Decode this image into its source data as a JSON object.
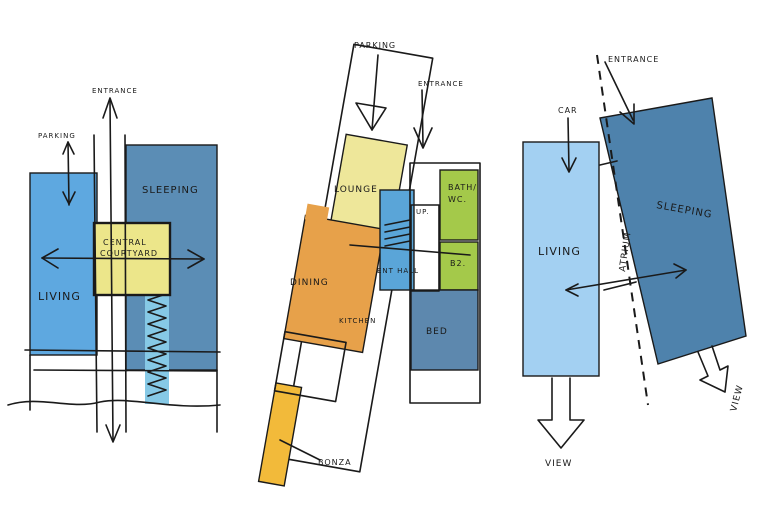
{
  "colors": {
    "living_blue": "#5EA8E0",
    "light_blue": "#A3D0F2",
    "sleeping_blue": "#5B8DB5",
    "dark_blue": "#4E82AC",
    "yellow": "#ECE68A",
    "light_yellow": "#EEE79A",
    "orange": "#E7A14A",
    "gold": "#F2BA3A",
    "green": "#A4C94A",
    "cyan": "#86C9E6",
    "mid_blue": "#5AA5D8",
    "slate": "#5D88AE"
  },
  "scheme1": {
    "entrance": "ENTRANCE",
    "parking": "PARKING",
    "sleeping": "SLEEPING",
    "courtyard_line1": "CENTRAL",
    "courtyard_line2": "COURTYARD",
    "living": "LIVING"
  },
  "scheme2": {
    "parking": "PARKING",
    "entrance": "ENTRANCE",
    "lounge": "LOUNGE",
    "dining": "DINING",
    "kitchen": "KITCHEN",
    "up": "UP.",
    "entrance_hall": "ENT HALL",
    "bath": "BATH/",
    "wc": "WC.",
    "bed2": "B2.",
    "bed": "BED",
    "bonza": "BONZA"
  },
  "scheme3": {
    "entrance": "ENTRANCE",
    "car": "CAR",
    "living": "LIVING",
    "atrium": "ATRIUM",
    "sleeping": "SLEEPING",
    "view1": "VIEW",
    "view2": "VIEW"
  }
}
